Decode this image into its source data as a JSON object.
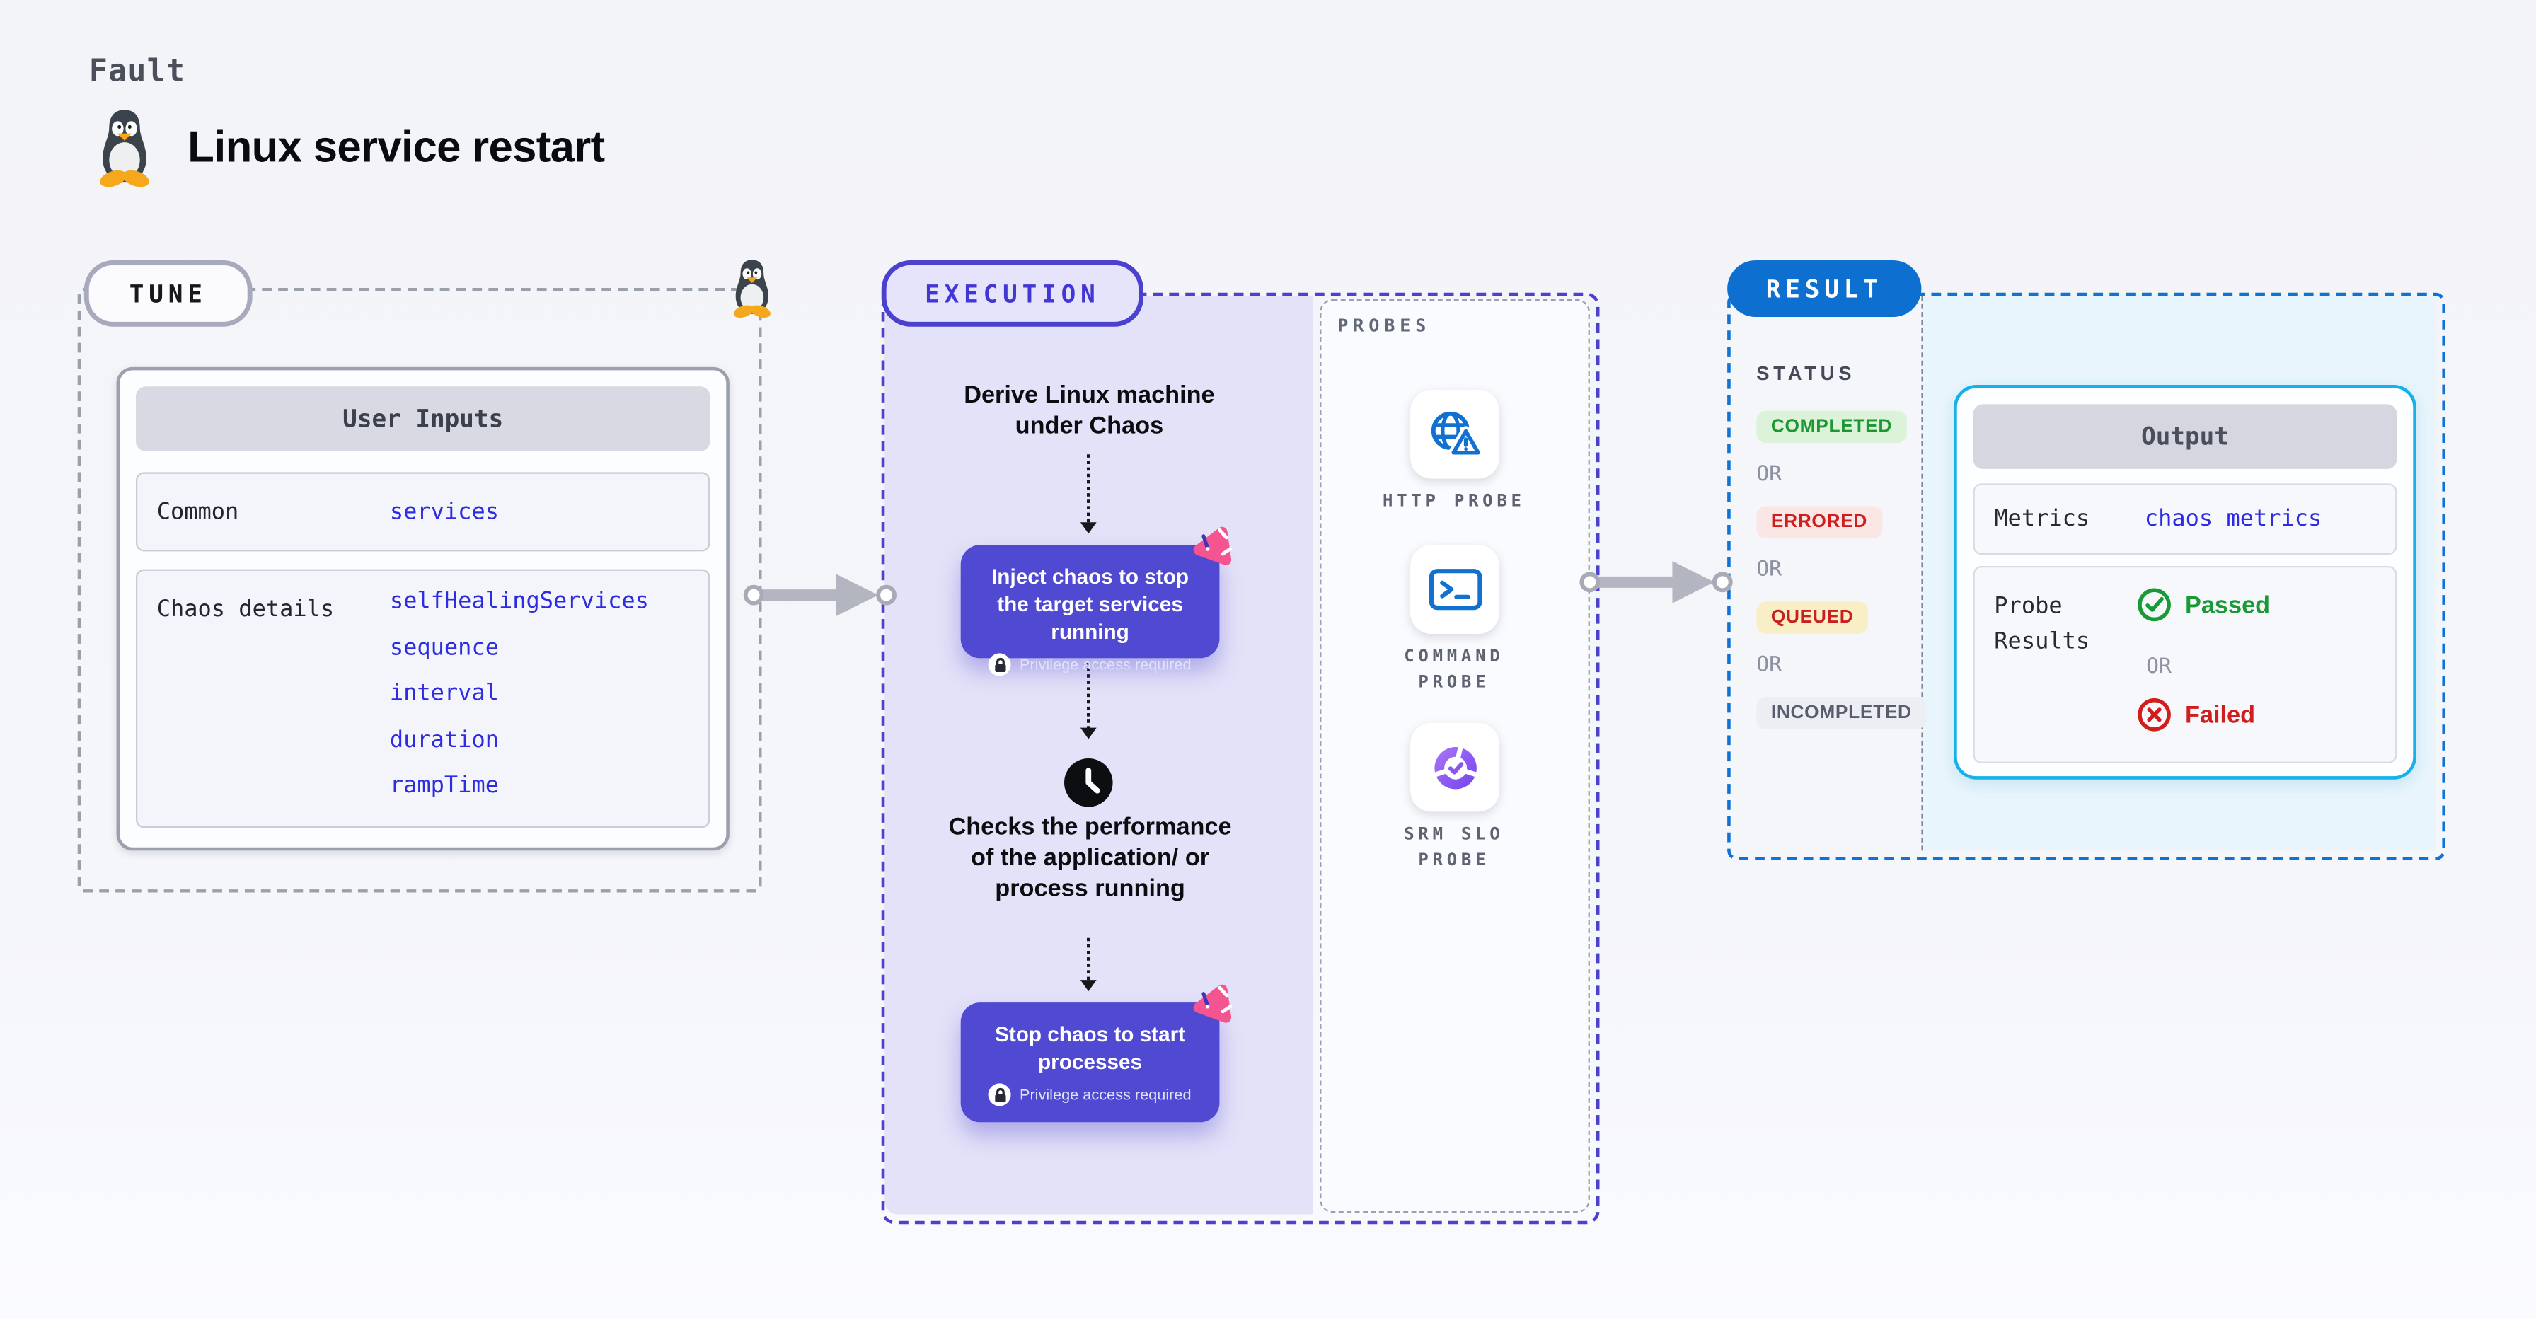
{
  "page": {
    "eyebrow": "Fault",
    "title": "Linux service restart"
  },
  "colors": {
    "link": "#2e2ce2",
    "node_indigo": "#5049d1",
    "execution_accent": "#4a41cf",
    "result_accent": "#0d6fd0",
    "output_border": "#15b1e8",
    "passed": "#189a36",
    "failed": "#d21d1d",
    "arrow_gray": "#b3b6c0"
  },
  "icons": {
    "fault": "tux-penguin-icon",
    "probe_http": "globe-warning-icon",
    "probe_command": "terminal-icon",
    "probe_srm": "pie-check-icon",
    "privilege": "lock-icon",
    "wait": "clock-icon",
    "chaos_node": "chaos-spark-icon",
    "passed": "check-circle-icon",
    "failed": "x-circle-icon"
  },
  "tune": {
    "badge": "TUNE",
    "table": {
      "header": "User Inputs",
      "rows": [
        {
          "label": "Common",
          "links": [
            "services"
          ]
        },
        {
          "label": "Chaos details",
          "links": [
            "selfHealingServices",
            "sequence",
            "interval",
            "duration",
            "rampTime"
          ]
        }
      ]
    }
  },
  "execution": {
    "badge": "EXECUTION",
    "derive_step": "Derive Linux machine under Chaos",
    "inject": {
      "title": "Inject chaos to stop the target services running",
      "note": "Privilege access required"
    },
    "check_step": "Checks the performance of the application/ or process running",
    "stop": {
      "title": "Stop chaos to start processes",
      "note": "Privilege access required"
    }
  },
  "probes": {
    "label": "PROBES",
    "items": [
      {
        "label": "HTTP PROBE",
        "icon": "globe-warning-icon"
      },
      {
        "label": "COMMAND PROBE",
        "icon": "terminal-icon"
      },
      {
        "label": "SRM SLO PROBE",
        "icon": "pie-check-icon"
      }
    ]
  },
  "result": {
    "badge": "RESULT",
    "status_label": "STATUS",
    "or": "OR",
    "statuses": [
      {
        "label": "COMPLETED",
        "fg": "#1d9733",
        "bg": "#dcf3da"
      },
      {
        "label": "ERRORED",
        "fg": "#ce1e1e",
        "bg": "#fbe6e6"
      },
      {
        "label": "QUEUED",
        "fg": "#cb1f1f",
        "bg": "#f9efc6"
      },
      {
        "label": "INCOMPLETED",
        "fg": "#575d6d",
        "bg": "#eceef4"
      }
    ],
    "output": {
      "header": "Output",
      "metrics_label": "Metrics",
      "metrics_value": "chaos metrics",
      "probe_results_label": "Probe Results",
      "passed": "Passed",
      "or": "OR",
      "failed": "Failed"
    }
  }
}
